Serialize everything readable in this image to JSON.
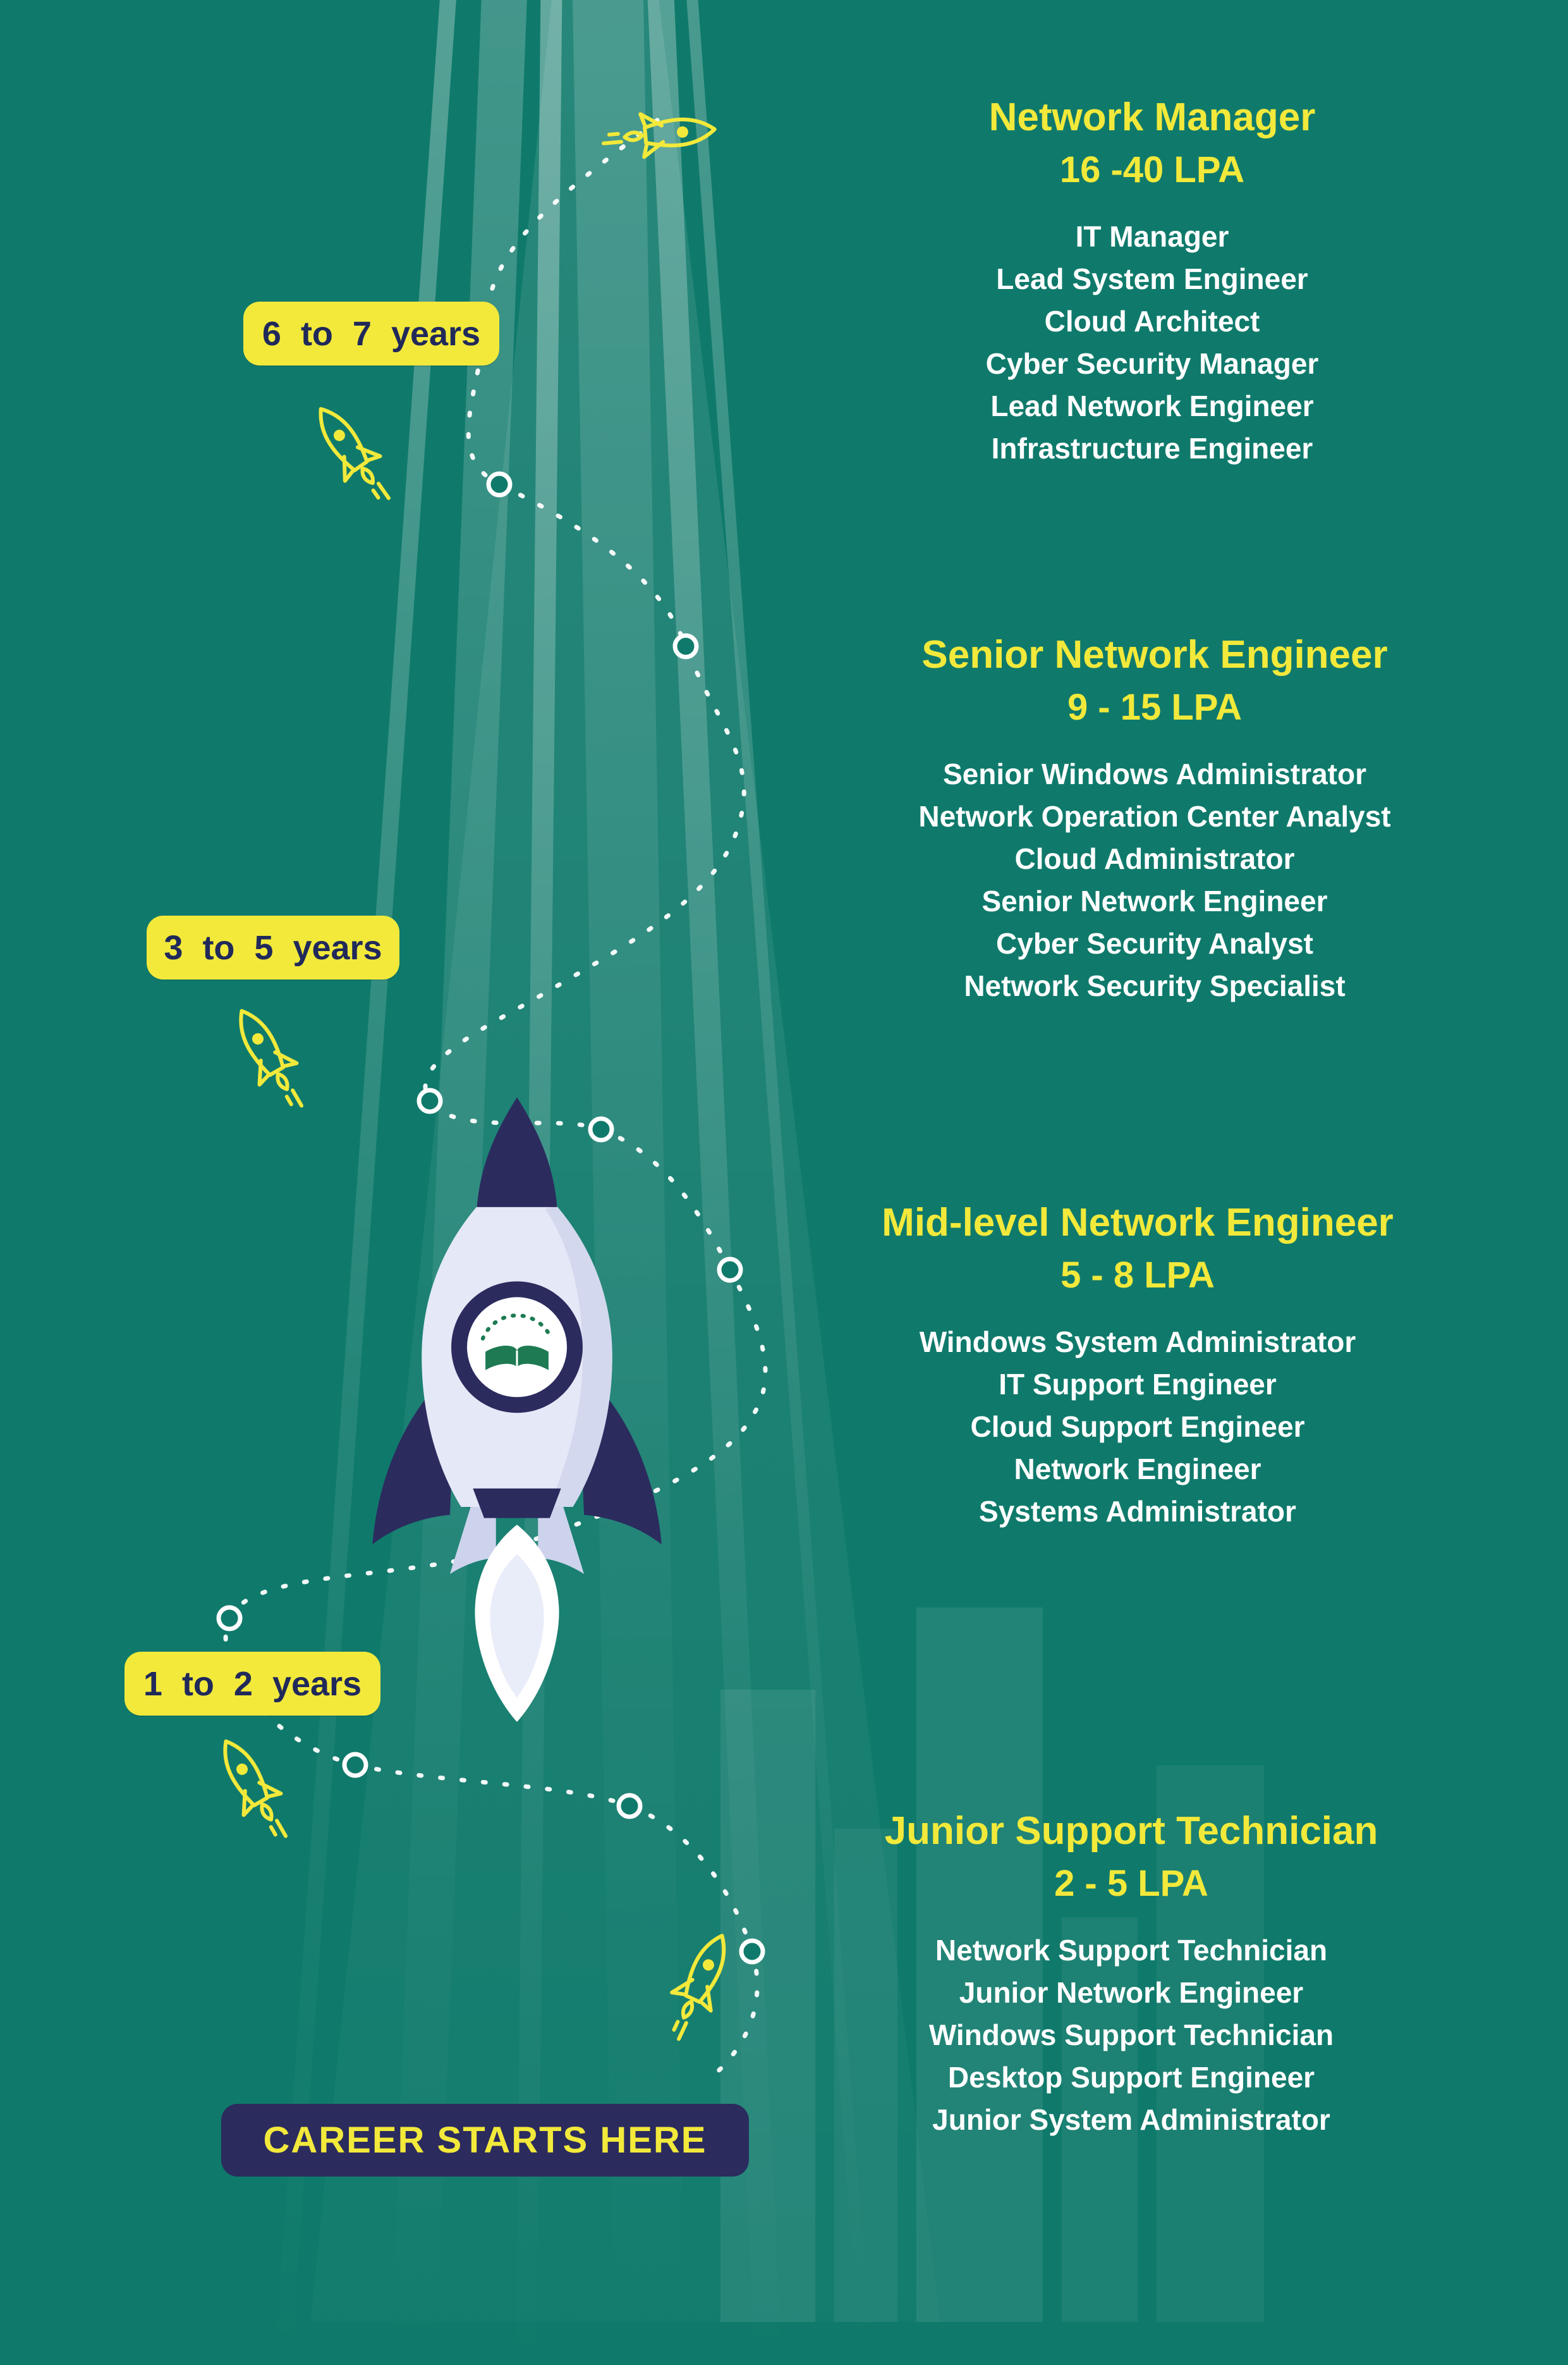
{
  "colors": {
    "bg": "#0f7a6b",
    "yellow": "#f2e93b",
    "navy": "#2b2b5e",
    "white": "#ffffff",
    "rocket-body": "#e4e8f7",
    "rocket-shade": "#c9cfe9",
    "logo-green": "#1d7a52"
  },
  "stages": [
    {
      "title": "Network Manager",
      "salary": "16 -40 LPA",
      "roles": [
        "IT Manager",
        "Lead System Engineer",
        "Cloud Architect",
        "Cyber Security Manager",
        "Lead Network Engineer",
        "Infrastructure Engineer"
      ]
    },
    {
      "title": "Senior Network Engineer",
      "salary": "9 - 15 LPA",
      "roles": [
        "Senior Windows Administrator",
        "Network Operation Center Analyst",
        "Cloud Administrator",
        "Senior Network Engineer",
        "Cyber Security Analyst",
        "Network Security Specialist"
      ]
    },
    {
      "title": "Mid-level Network Engineer",
      "salary": "5 - 8 LPA",
      "roles": [
        "Windows System Administrator",
        "IT Support Engineer",
        "Cloud Support Engineer",
        "Network Engineer",
        "Systems Administrator"
      ]
    },
    {
      "title": "Junior Support Technician",
      "salary": "2 - 5 LPA",
      "roles": [
        "Network Support Technician",
        "Junior Network Engineer",
        "Windows Support Technician",
        "Desktop Support Engineer",
        "Junior System Administrator"
      ]
    }
  ],
  "badges": [
    {
      "label": "6 to 7 years"
    },
    {
      "label": "3 to 5 years"
    },
    {
      "label": "1 to 2 years"
    }
  ],
  "footer": {
    "label": "CAREER STARTS HERE"
  },
  "icons": {
    "main_rocket": "rocket-illustration",
    "mini_rocket": "mini-rocket-icon",
    "path_node": "path-node",
    "academy_logo": "academy-logo-icon"
  }
}
